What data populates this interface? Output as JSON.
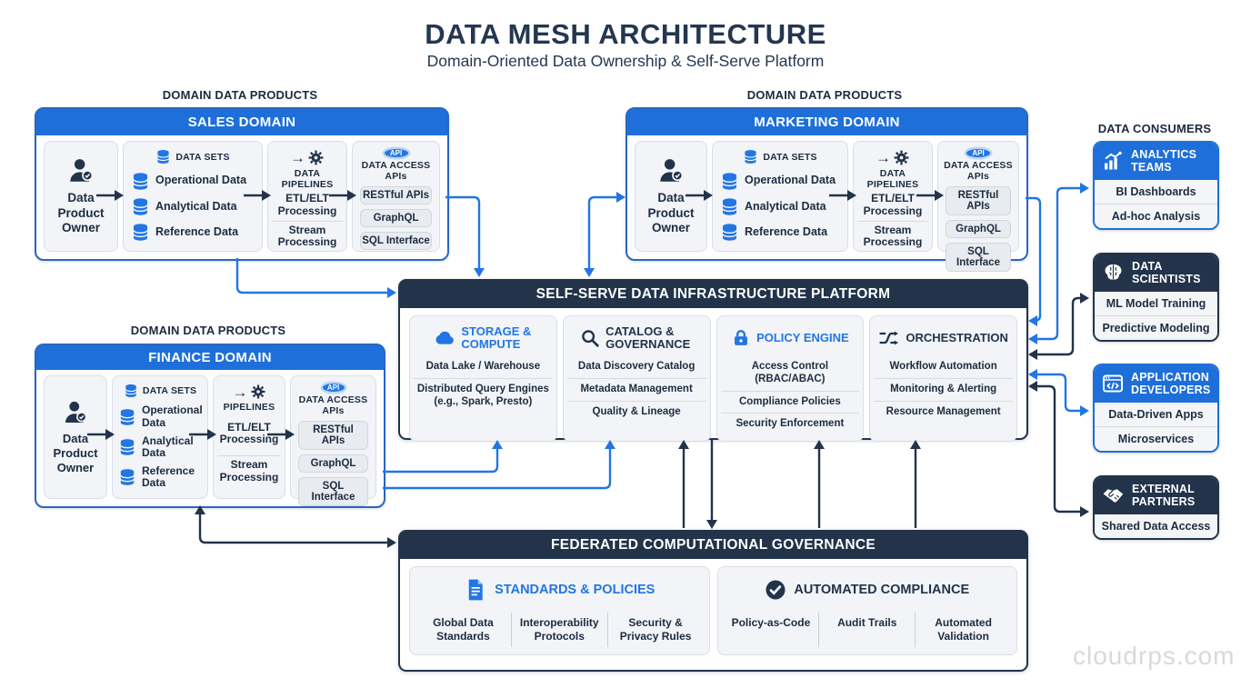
{
  "title": "DATA MESH ARCHITECTURE",
  "subtitle": "Domain-Oriented Data Ownership & Self-Serve Platform",
  "labels": {
    "domain_data_products": "DOMAIN DATA PRODUCTS",
    "data_consumers": "DATA CONSUMERS",
    "api_badge": "API"
  },
  "domains": [
    {
      "name": "SALES DOMAIN",
      "owner": "Data Product Owner",
      "datasets_title": "DATA SETS",
      "datasets": [
        "Operational Data",
        "Analytical Data",
        "Reference Data"
      ],
      "pipelines_title": "DATA PIPELINES",
      "pipelines": [
        "ETL/ELT Processing",
        "Stream Processing"
      ],
      "apis_title": "DATA ACCESS APIs",
      "apis": [
        "RESTful APIs",
        "GraphQL",
        "SQL Interface"
      ]
    },
    {
      "name": "MARKETING DOMAIN",
      "owner": "Data Product Owner",
      "datasets_title": "DATA SETS",
      "datasets": [
        "Operational Data",
        "Analytical Data",
        "Reference Data"
      ],
      "pipelines_title": "DATA PIPELINES",
      "pipelines": [
        "ETL/ELT Processing",
        "Stream Processing"
      ],
      "apis_title": "DATA ACCESS APIs",
      "apis": [
        "RESTful APIs",
        "GraphQL",
        "SQL Interface"
      ]
    },
    {
      "name": "FINANCE DOMAIN",
      "owner": "Data Product Owner",
      "datasets_title": "DATA SETS",
      "datasets": [
        "Operational Data",
        "Analytical Data",
        "Reference Data"
      ],
      "pipelines_title": "PIPELINES",
      "pipelines": [
        "ETL/ELT Processing",
        "Stream Processing"
      ],
      "apis_title": "DATA ACCESS APIs",
      "apis": [
        "RESTful APIs",
        "GraphQL",
        "SQL Interface"
      ]
    }
  ],
  "platform": {
    "title": "SELF-SERVE DATA INFRASTRUCTURE PLATFORM",
    "sections": [
      {
        "title": "STORAGE & COMPUTE",
        "items": [
          "Data Lake / Warehouse",
          "Distributed Query Engines (e.g., Spark, Presto)"
        ]
      },
      {
        "title": "CATALOG & GOVERNANCE",
        "items": [
          "Data Discovery Catalog",
          "Metadata Management",
          "Quality & Lineage"
        ]
      },
      {
        "title": "POLICY ENGINE",
        "items": [
          "Access Control (RBAC/ABAC)",
          "Compliance Policies",
          "Security Enforcement"
        ]
      },
      {
        "title": "ORCHESTRATION",
        "items": [
          "Workflow Automation",
          "Monitoring & Alerting",
          "Resource Management"
        ]
      }
    ]
  },
  "governance": {
    "title": "FEDERATED COMPUTATIONAL GOVERNANCE",
    "sections": [
      {
        "title": "STANDARDS & POLICIES",
        "items": [
          "Global Data Standards",
          "Interoperability Protocols",
          "Security & Privacy Rules"
        ]
      },
      {
        "title": "AUTOMATED COMPLIANCE",
        "items": [
          "Policy-as-Code",
          "Audit Trails",
          "Automated Validation"
        ]
      }
    ]
  },
  "consumers": [
    {
      "title": "ANALYTICS TEAMS",
      "items": [
        "BI Dashboards",
        "Ad-hoc Analysis"
      ]
    },
    {
      "title": "DATA SCIENTISTS",
      "items": [
        "ML Model Training",
        "Predictive Modeling"
      ]
    },
    {
      "title": "APPLICATION DEVELOPERS",
      "items": [
        "Data-Driven Apps",
        "Microservices"
      ]
    },
    {
      "title": "EXTERNAL PARTNERS",
      "items": [
        "Shared Data Access"
      ]
    }
  ],
  "watermark": "cloudrps.com",
  "colors": {
    "blue": "#1e6fd9",
    "navy": "#22334a",
    "arrow_blue": "#2276e3",
    "arrow_dark": "#22334a"
  }
}
